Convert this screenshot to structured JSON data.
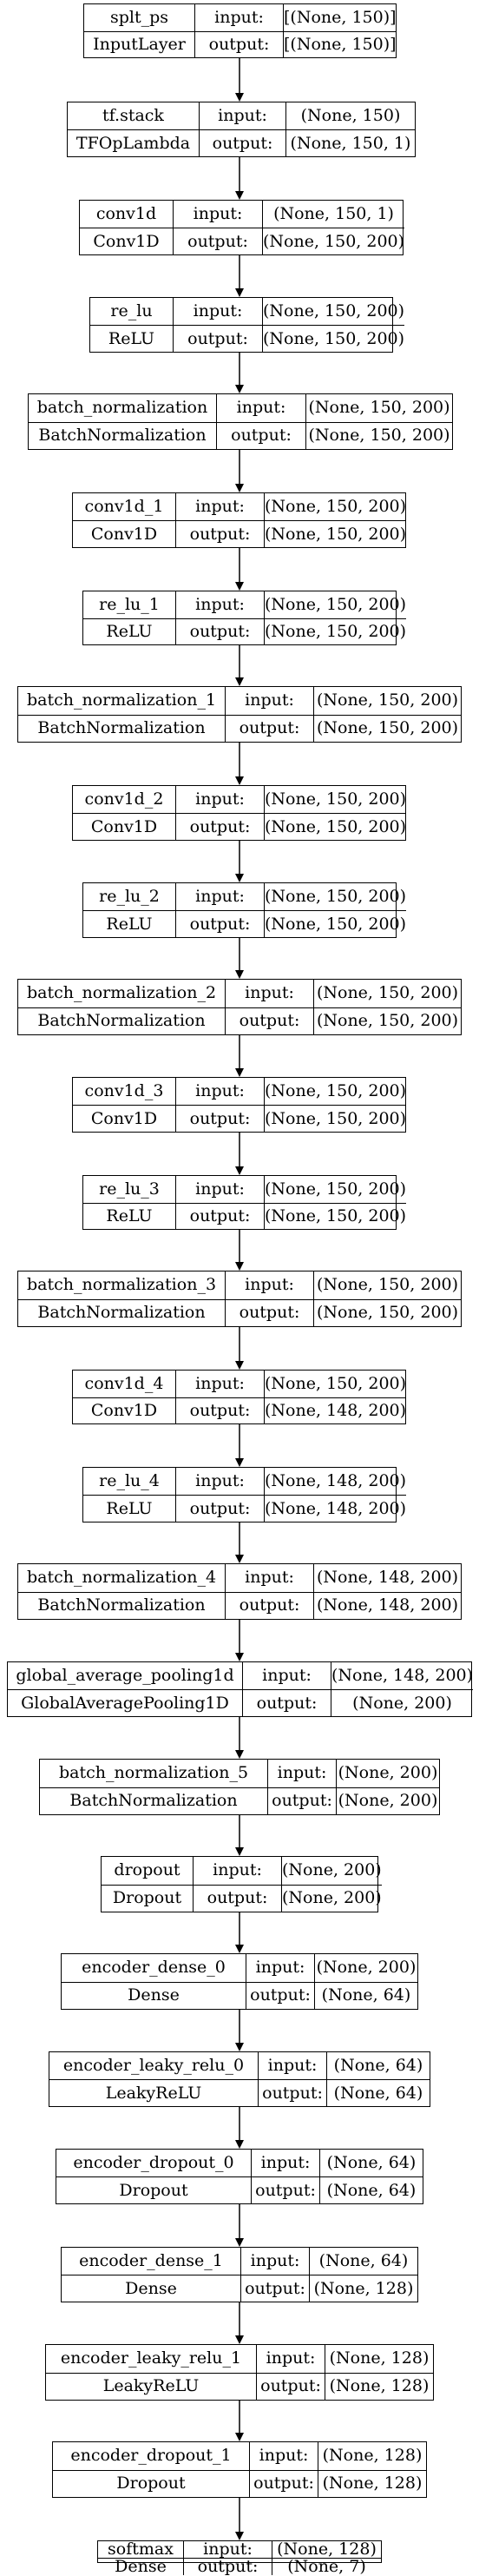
{
  "labels": {
    "input": "input:",
    "output": "output:"
  },
  "layers": [
    {
      "name": "splt_ps",
      "type": "InputLayer",
      "input": "[(None, 150)]",
      "output": "[(None, 150)]"
    },
    {
      "name": "tf.stack",
      "type": "TFOpLambda",
      "input": "(None, 150)",
      "output": "(None, 150, 1)"
    },
    {
      "name": "conv1d",
      "type": "Conv1D",
      "input": "(None, 150, 1)",
      "output": "(None, 150, 200)"
    },
    {
      "name": "re_lu",
      "type": "ReLU",
      "input": "(None, 150, 200)",
      "output": "(None, 150, 200)"
    },
    {
      "name": "batch_normalization",
      "type": "BatchNormalization",
      "input": "(None, 150, 200)",
      "output": "(None, 150, 200)"
    },
    {
      "name": "conv1d_1",
      "type": "Conv1D",
      "input": "(None, 150, 200)",
      "output": "(None, 150, 200)"
    },
    {
      "name": "re_lu_1",
      "type": "ReLU",
      "input": "(None, 150, 200)",
      "output": "(None, 150, 200)"
    },
    {
      "name": "batch_normalization_1",
      "type": "BatchNormalization",
      "input": "(None, 150, 200)",
      "output": "(None, 150, 200)"
    },
    {
      "name": "conv1d_2",
      "type": "Conv1D",
      "input": "(None, 150, 200)",
      "output": "(None, 150, 200)"
    },
    {
      "name": "re_lu_2",
      "type": "ReLU",
      "input": "(None, 150, 200)",
      "output": "(None, 150, 200)"
    },
    {
      "name": "batch_normalization_2",
      "type": "BatchNormalization",
      "input": "(None, 150, 200)",
      "output": "(None, 150, 200)"
    },
    {
      "name": "conv1d_3",
      "type": "Conv1D",
      "input": "(None, 150, 200)",
      "output": "(None, 150, 200)"
    },
    {
      "name": "re_lu_3",
      "type": "ReLU",
      "input": "(None, 150, 200)",
      "output": "(None, 150, 200)"
    },
    {
      "name": "batch_normalization_3",
      "type": "BatchNormalization",
      "input": "(None, 150, 200)",
      "output": "(None, 150, 200)"
    },
    {
      "name": "conv1d_4",
      "type": "Conv1D",
      "input": "(None, 150, 200)",
      "output": "(None, 148, 200)"
    },
    {
      "name": "re_lu_4",
      "type": "ReLU",
      "input": "(None, 148, 200)",
      "output": "(None, 148, 200)"
    },
    {
      "name": "batch_normalization_4",
      "type": "BatchNormalization",
      "input": "(None, 148, 200)",
      "output": "(None, 148, 200)"
    },
    {
      "name": "global_average_pooling1d",
      "type": "GlobalAveragePooling1D",
      "input": "(None, 148, 200)",
      "output": "(None, 200)"
    },
    {
      "name": "batch_normalization_5",
      "type": "BatchNormalization",
      "input": "(None, 200)",
      "output": "(None, 200)"
    },
    {
      "name": "dropout",
      "type": "Dropout",
      "input": "(None, 200)",
      "output": "(None, 200)"
    },
    {
      "name": "encoder_dense_0",
      "type": "Dense",
      "input": "(None, 200)",
      "output": "(None, 64)"
    },
    {
      "name": "encoder_leaky_relu_0",
      "type": "LeakyReLU",
      "input": "(None, 64)",
      "output": "(None, 64)"
    },
    {
      "name": "encoder_dropout_0",
      "type": "Dropout",
      "input": "(None, 64)",
      "output": "(None, 64)"
    },
    {
      "name": "encoder_dense_1",
      "type": "Dense",
      "input": "(None, 64)",
      "output": "(None, 128)"
    },
    {
      "name": "encoder_leaky_relu_1",
      "type": "LeakyReLU",
      "input": "(None, 128)",
      "output": "(None, 128)"
    },
    {
      "name": "encoder_dropout_1",
      "type": "Dropout",
      "input": "(None, 128)",
      "output": "(None, 128)"
    },
    {
      "name": "softmax",
      "type": "Dense",
      "input": "(None, 128)",
      "output": "(None, 7)"
    }
  ]
}
